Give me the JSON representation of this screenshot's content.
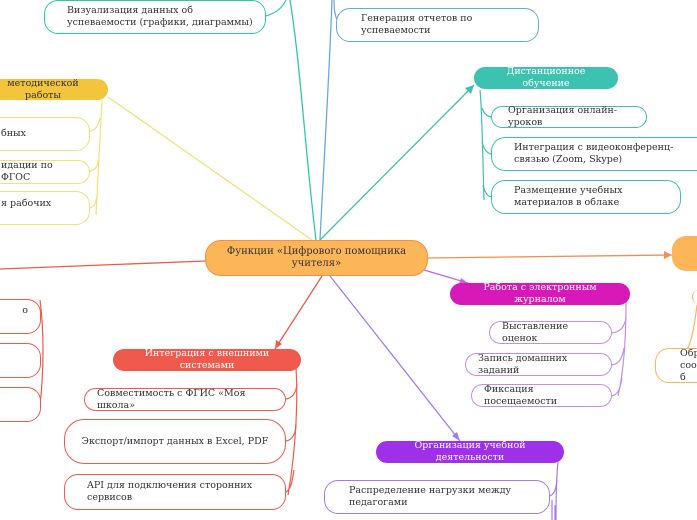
{
  "center": {
    "label": "Функции «Цифрового помощника учителя»"
  },
  "colors": {
    "green": "#2fc9a4",
    "blue": "#6aa8e0",
    "teal": "#3cc2b0",
    "yellow": "#f2c53d",
    "red": "#ef5a4c",
    "magenta": "#d619b8",
    "violet": "#a07cf0",
    "purple": "#9e30ea",
    "orange": "#fcb557",
    "center_border": "#ef8f52"
  },
  "branches": {
    "analytics": {
      "items": [
        {
          "label": "Визуализация данных об успеваемости (графики, диаграммы)"
        }
      ]
    },
    "reports": {
      "items": [
        {
          "label": "Генерация отчетов по успеваемости"
        }
      ]
    },
    "distance": {
      "title": "Дистанционное обучение",
      "items": [
        {
          "label": "Организация онлайн-уроков"
        },
        {
          "label": "Интеграция с видеоконференц-связью (Zoom, Skype)"
        },
        {
          "label": "Размещение учебных материалов в облаке"
        }
      ]
    },
    "methodical": {
      "title": "методической работы",
      "items": [
        {
          "label": "бных"
        },
        {
          "label": "идации по ФГОС"
        },
        {
          "label": "я рабочих"
        }
      ]
    },
    "journal": {
      "title": "Работа с электронным журналом",
      "items": [
        {
          "label": "Выставление оценок"
        },
        {
          "label": "Запись домашних заданий"
        },
        {
          "label": "Фиксация посещаемости"
        }
      ]
    },
    "integration": {
      "title": "Интеграция с внешними системами",
      "items": [
        {
          "label": "Совместимость с ФГИС «Моя школа»"
        },
        {
          "label": "Экспорт/импорт данных в Excel, PDF"
        },
        {
          "label": "API для подключения сторонних сервисов"
        }
      ]
    },
    "organization": {
      "title": "Организация учебной деятельности",
      "items": [
        {
          "label": "Распределение нагрузки между педагогами"
        }
      ]
    },
    "communication": {
      "title": "",
      "items": [
        {
          "label": "Обр сооб"
        }
      ]
    },
    "left_misc": {
      "items": [
        {
          "label": "о"
        },
        {
          "label": ""
        },
        {
          "label": ""
        }
      ]
    }
  }
}
